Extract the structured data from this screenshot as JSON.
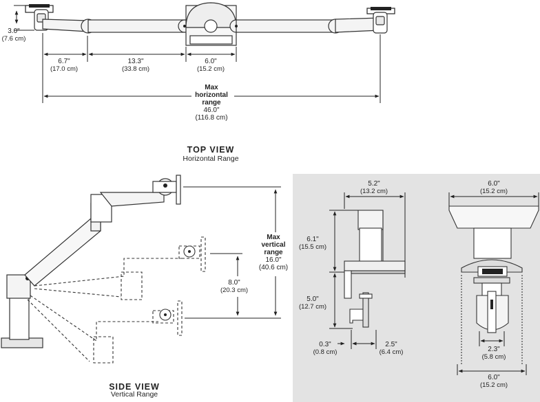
{
  "top_view": {
    "title": "TOP VIEW",
    "subtitle": "Horizontal Range",
    "dims": {
      "depth": {
        "in": "3.0\"",
        "cm": "(7.6 cm)"
      },
      "arm_a": {
        "in": "6.7\"",
        "cm": "(17.0 cm)"
      },
      "arm_b": {
        "in": "13.3\"",
        "cm": "(33.8 cm)"
      },
      "base": {
        "in": "6.0\"",
        "cm": "(15.2 cm)"
      },
      "max_h": {
        "l1": "Max",
        "l2": "horizontal",
        "l3": "range",
        "in": "46.0\"",
        "cm": "(116.8 cm)"
      }
    }
  },
  "side_view": {
    "title": "SIDE VIEW",
    "subtitle": "Vertical Range",
    "dims": {
      "max_v": {
        "l1": "Max",
        "l2": "vertical",
        "l3": "range",
        "in": "16.0\"",
        "cm": "(40.6 cm)"
      },
      "mid": {
        "in": "8.0\"",
        "cm": "(20.3 cm)"
      }
    }
  },
  "clamp_panel": {
    "bg_color": "#e3e3e3",
    "dims": {
      "width_a": {
        "in": "5.2\"",
        "cm": "(13.2 cm)"
      },
      "width_b": {
        "in": "6.0\"",
        "cm": "(15.2 cm)"
      },
      "post": {
        "in": "6.1\"",
        "cm": "(15.5 cm)"
      },
      "clamp": {
        "in": "5.0\"",
        "cm": "(12.7 cm)"
      },
      "lip": {
        "in": "0.3\"",
        "cm": "(0.8 cm)"
      },
      "reach": {
        "in": "2.5\"",
        "cm": "(6.4 cm)"
      },
      "bolt": {
        "in": "2.3\"",
        "cm": "(5.8 cm)"
      },
      "bottom": {
        "in": "6.0\"",
        "cm": "(15.2 cm)"
      }
    }
  }
}
